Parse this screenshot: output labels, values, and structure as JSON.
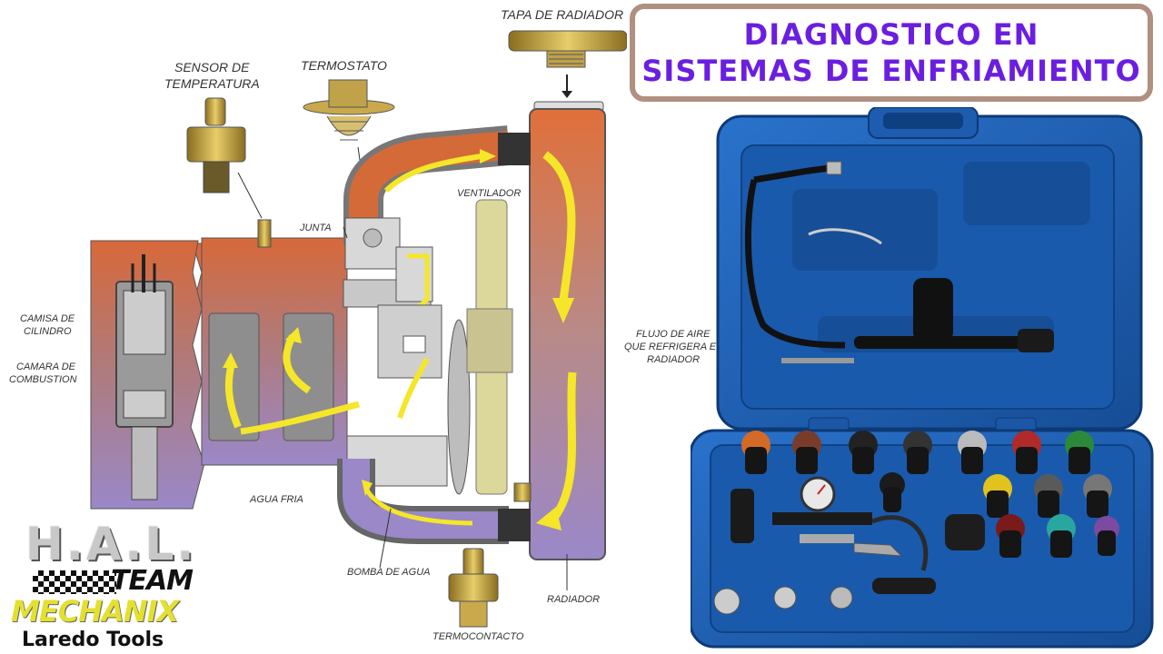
{
  "title": {
    "line1": "DIAGNOSTICO EN",
    "line2": "SISTEMAS DE ENFRIAMIENTO"
  },
  "labels": {
    "tapa": "TAPA DE RADIADOR",
    "sensor1": "SENSOR DE",
    "sensor2": "TEMPERATURA",
    "termostato": "TERMOSTATO",
    "junta": "JUNTA",
    "ventilador": "VENTILADOR",
    "camisa1": "CAMISA DE",
    "camisa2": "CILINDRO",
    "camara1": "CAMARA DE",
    "camara2": "COMBUSTION",
    "agua_fria": "AGUA FRIA",
    "bomba": "BOMBA DE AGUA",
    "termocontacto": "TERMOCONTACTO",
    "radiador": "RADIADOR",
    "flujo1": "FLUJO DE AIRE",
    "flujo2": "QUE REFRIGERA EL",
    "flujo3": "RADIADOR"
  },
  "logo": {
    "hal": "H.A.L.",
    "team": "TEAM",
    "mechanix": "MECHANIX",
    "laredo": "Laredo Tools"
  },
  "colors": {
    "title_text": "#6b1ee0",
    "title_border": "#b09080",
    "hot_coolant": "#d8683a",
    "cold_coolant": "#9a88c8",
    "flow_arrow": "#f5e62a",
    "case_blue": "#1e5fb4"
  }
}
